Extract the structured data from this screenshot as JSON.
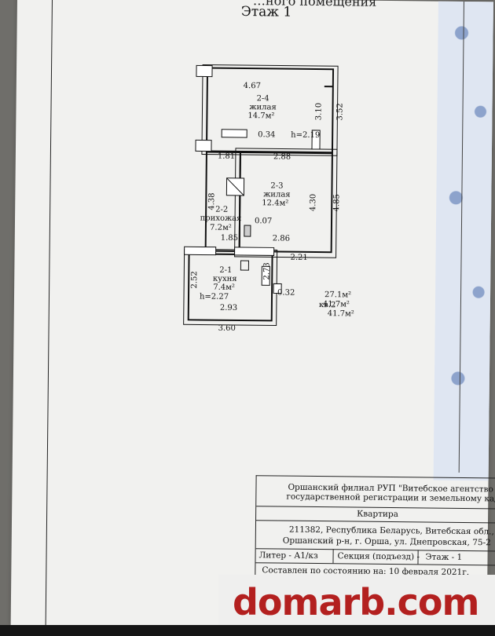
{
  "document": {
    "header_partial": "…ного помещения",
    "floor_title": "Этаж   1"
  },
  "rooms": [
    {
      "id": "2-4",
      "type": "жилая",
      "area": "14.7м²"
    },
    {
      "id": "2-3",
      "type": "жилая",
      "area": "12.4м²"
    },
    {
      "id": "2-2",
      "type": "прихожая",
      "area": "7.2м²"
    },
    {
      "id": "2-1",
      "type": "кухня",
      "area": "7.4м²"
    }
  ],
  "dimensions": {
    "d467": "4.67",
    "d310": "3.10",
    "d352": "3.52",
    "d034": "0.34",
    "h219": "h=2.19",
    "d181": "1.81",
    "d288": "2.88",
    "d438": "4.38",
    "d430": "4.30",
    "d485": "4.85",
    "d007": "0.07",
    "d185": "1.85",
    "d286": "2.86",
    "d221": "2.21",
    "d273": "2.73",
    "d252": "2.52",
    "d032": "0.32",
    "h227": "h=2.27",
    "d293": "2.93",
    "d360": "3.60"
  },
  "totals": {
    "apartment": "кв.2",
    "living": "27.1м²",
    "total": "41.7м²",
    "total2": "41.7м²"
  },
  "stamp": {
    "org": "Оршанский филиал РУП \"Витебское агентство по",
    "org2": "государственной регистрации и земельному кадастру\"",
    "object": "Квартира",
    "address1": "211382, Республика Беларусь, Витебская обл.,",
    "address2": "Оршанский р-н, г. Орша, ул. Днепровская, 75-2",
    "litera": "Литер - А1/кз",
    "section": "Секция (подъезд) -",
    "floor": "Этаж - 1",
    "date": "Составлен по состоянию на: 10 февраля 2021г."
  },
  "watermark": {
    "text": "domarb.com",
    "color": "#b3201f"
  }
}
